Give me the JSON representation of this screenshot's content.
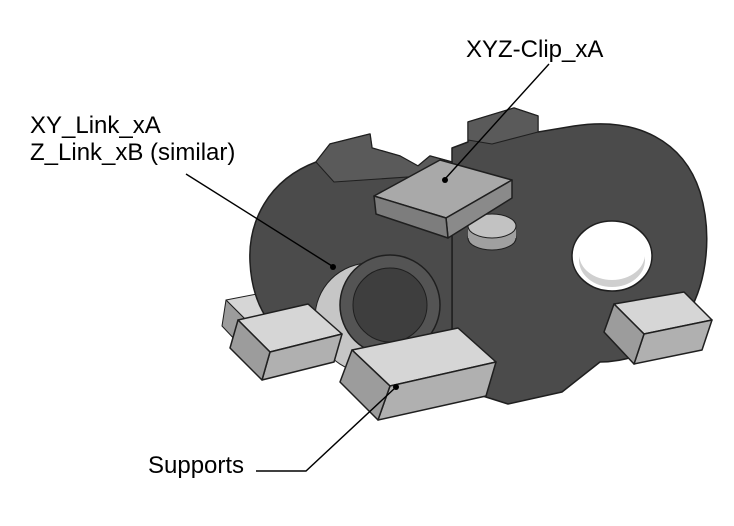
{
  "labels": {
    "clip": "XYZ-Clip_xA",
    "link_line1": "XY_Link_xA",
    "link_line2": "Z_Link_xB (similar)",
    "supports": "Supports"
  },
  "colors": {
    "background": "#ffffff",
    "link_dark": "#4b4b4b",
    "link_top": "#5a5a5a",
    "hole_fill": "#ffffff",
    "hole_shade": "#cfcfcf",
    "boss_highlight": "#c6c6c6",
    "boss_outer": "#545454",
    "boss_inner": "#3e3e3e",
    "clip_top": "#a9a9a9",
    "clip_side": "#8a8a8a",
    "clip_front": "#7d7d7d",
    "cylinder_top": "#c2c2c2",
    "cylinder_body": "#a0a0a0",
    "support_top": "#d6d6d6",
    "support_front": "#b0b0b0",
    "support_side": "#9c9c9c",
    "outline": "#1f1f1f",
    "leader": "#000000",
    "text": "#000000"
  }
}
